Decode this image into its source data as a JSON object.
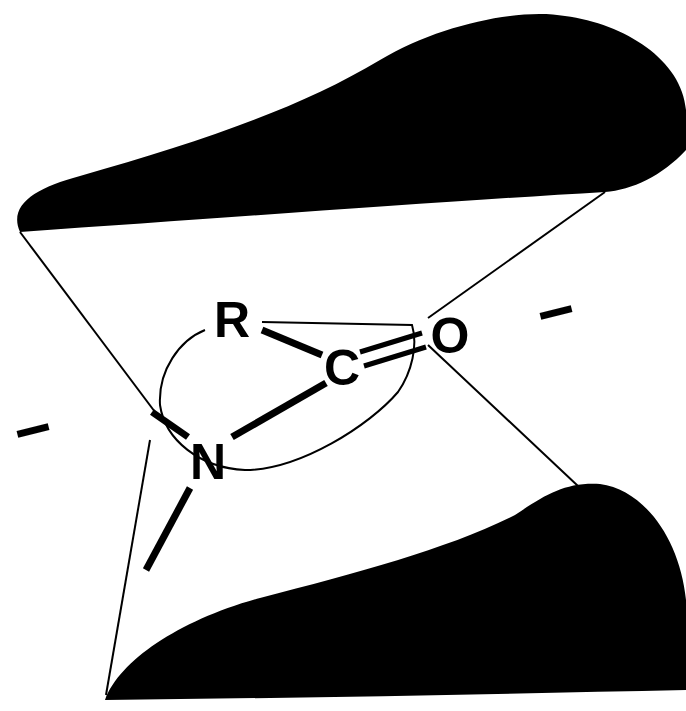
{
  "diagram": {
    "labels": [
      "R",
      "C",
      "O",
      "N",
      "−",
      "−"
    ]
  }
}
